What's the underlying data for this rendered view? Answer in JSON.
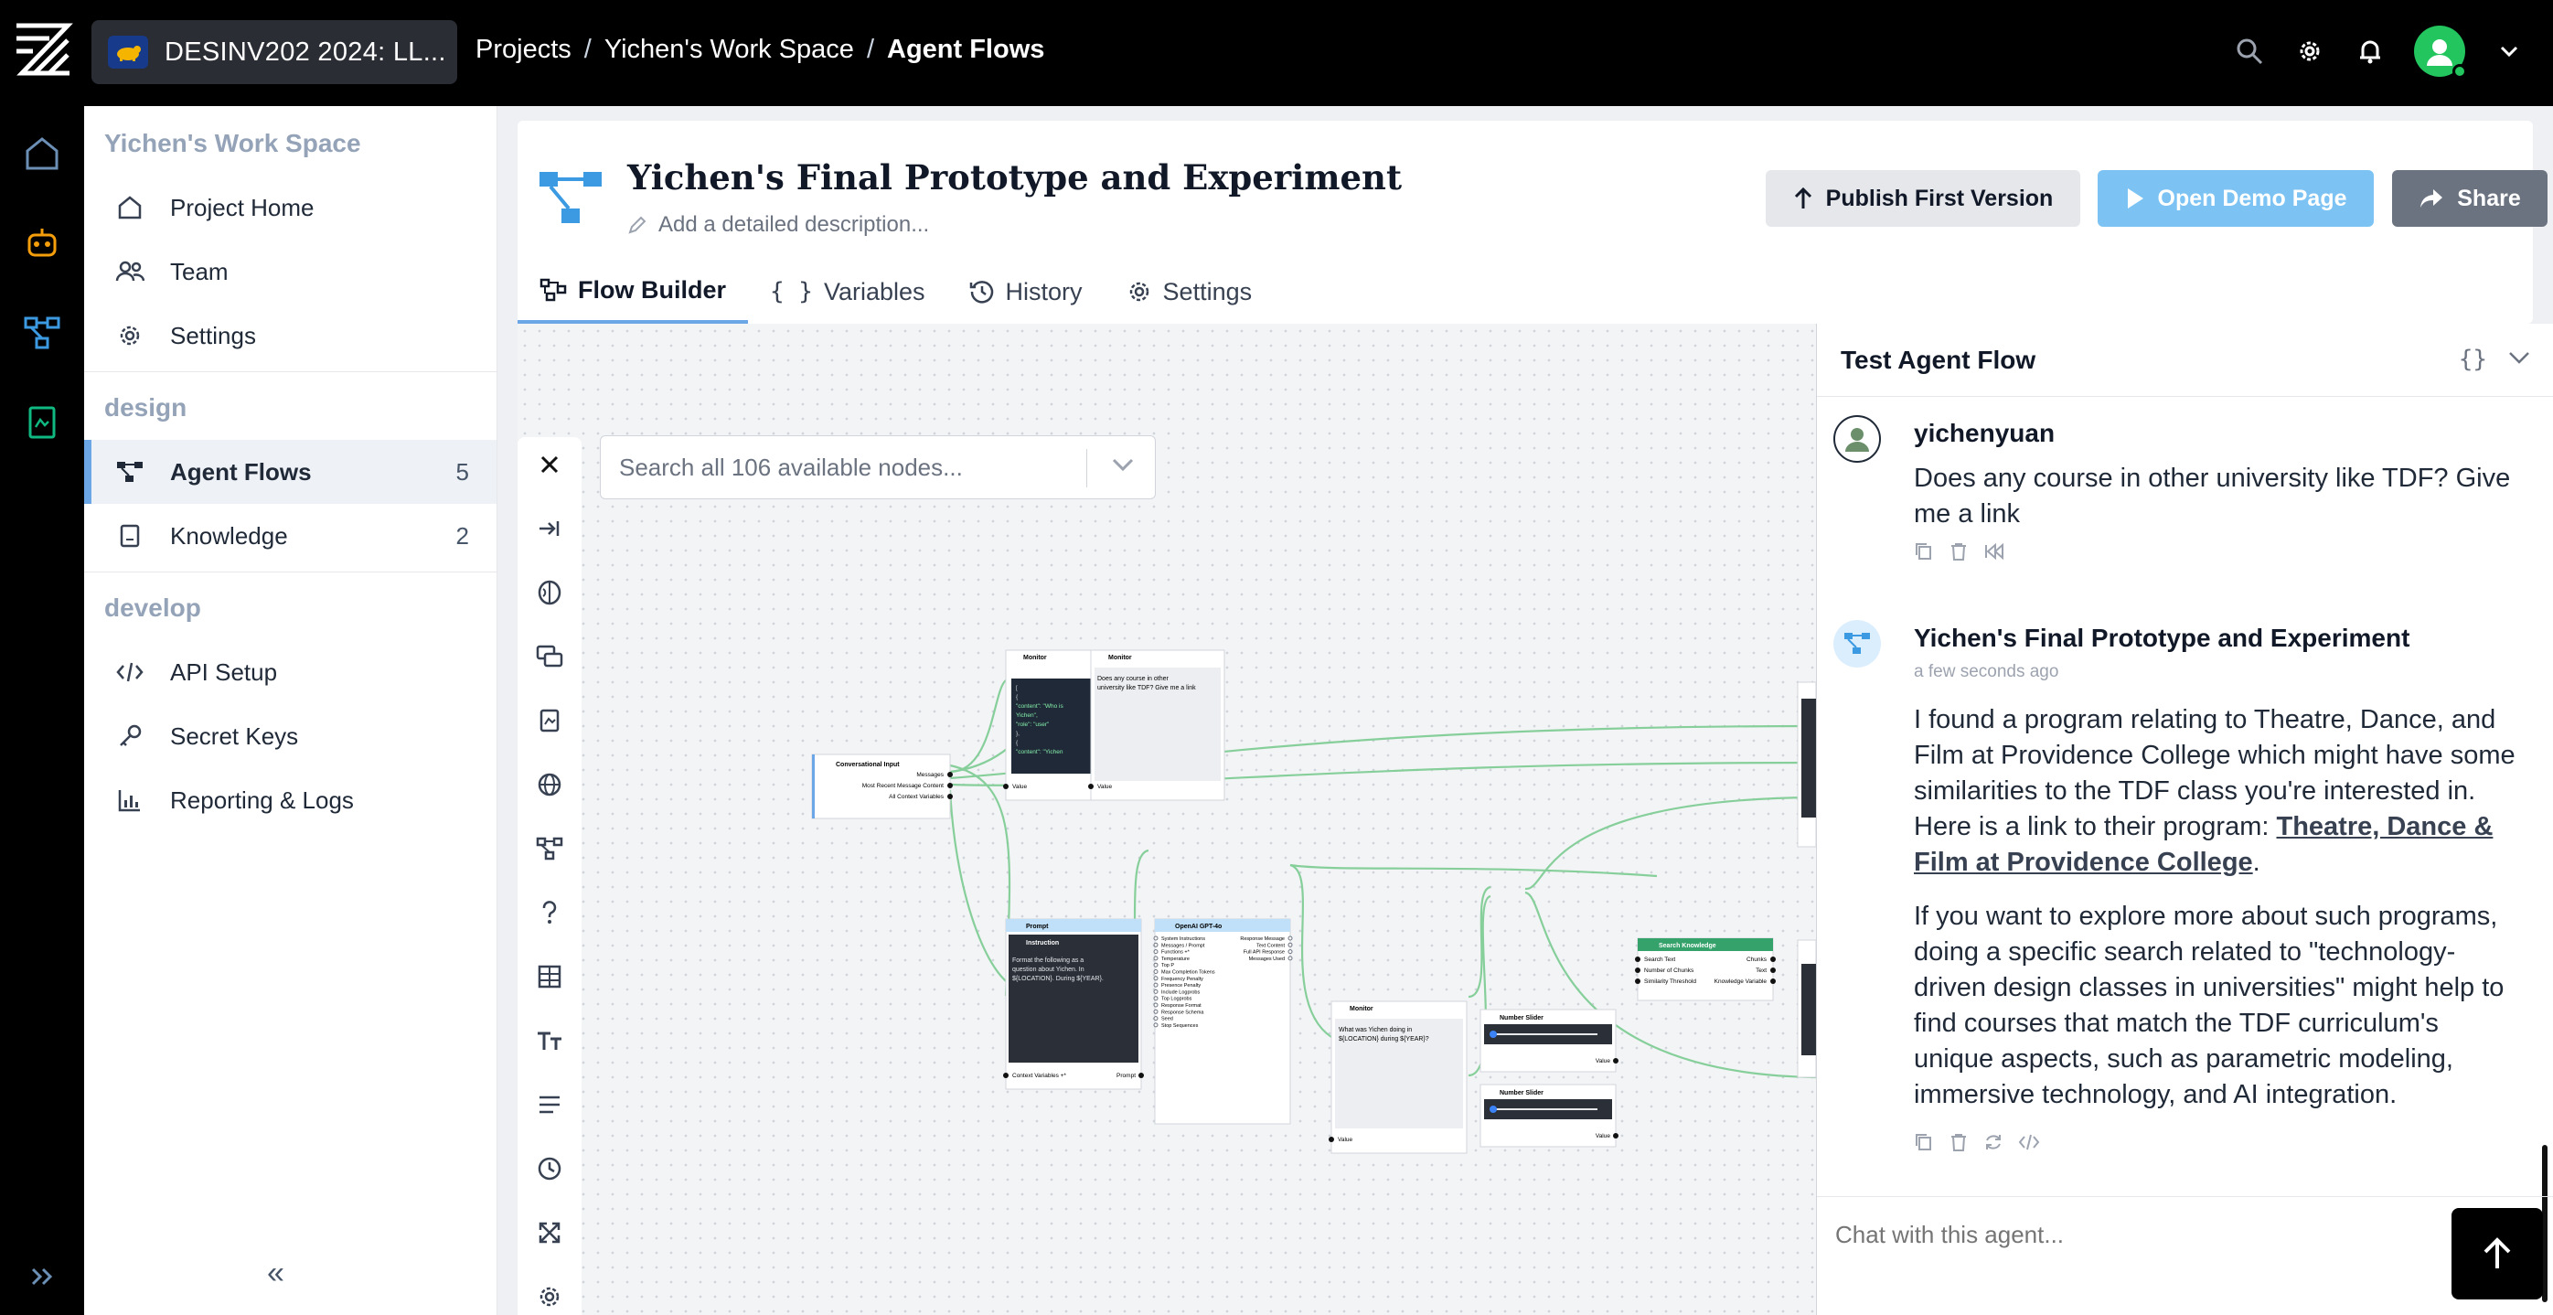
{
  "topbar": {
    "org_name": "DESINV202 2024: LL...",
    "breadcrumb": [
      "Projects",
      "Yichen's Work Space",
      "Agent Flows"
    ]
  },
  "sidebar": {
    "workspace_title": "Yichen's Work Space",
    "workspace_items": [
      {
        "label": "Project Home",
        "icon": "home-icon"
      },
      {
        "label": "Team",
        "icon": "team-icon"
      },
      {
        "label": "Settings",
        "icon": "gear-icon"
      }
    ],
    "design_title": "design",
    "design_items": [
      {
        "label": "Agent Flows",
        "count": "5",
        "icon": "flow-icon"
      },
      {
        "label": "Knowledge",
        "count": "2",
        "icon": "book-icon"
      }
    ],
    "develop_title": "develop",
    "develop_items": [
      {
        "label": "API Setup",
        "icon": "code-icon"
      },
      {
        "label": "Secret Keys",
        "icon": "key-icon"
      },
      {
        "label": "Reporting & Logs",
        "icon": "chart-icon"
      }
    ]
  },
  "header": {
    "title": "Yichen's Final Prototype and Experiment",
    "description_placeholder": "Add a detailed description...",
    "publish_label": "Publish First Version",
    "demo_label": "Open Demo Page",
    "share_label": "Share",
    "tabs": [
      "Flow Builder",
      "Variables",
      "History",
      "Settings"
    ]
  },
  "canvas": {
    "search_placeholder": "Search all 106 available nodes...",
    "nodes": {
      "monitor1_title": "Monitor",
      "monitor1_code": [
        "[",
        "  {",
        "    \"content\": \"Who is",
        "Yichen\",",
        "    \"role\": \"user\"",
        "  },",
        "  {",
        "    \"content\": \"Yichen"
      ],
      "monitor1_port": "Value",
      "monitor2_title": "Monitor",
      "monitor2_text": [
        "Does any course in other",
        "university like TDF? Give me a link"
      ],
      "monitor2_port": "Value",
      "conv_title": "Conversational Input",
      "conv_ports": [
        "Messages",
        "Most Recent Message Content",
        "All Context Variables"
      ],
      "prompt_title": "Prompt",
      "prompt_sub": "Instruction",
      "prompt_text": [
        "Format the following as a",
        "question about Yichen. In",
        "${LOCATION}. During ${YEAR}."
      ],
      "prompt_in": "Context Variables +*",
      "prompt_out": "Prompt",
      "gpt_title": "OpenAI GPT-4o",
      "gpt_inputs": [
        "System Instructions",
        "Messages / Prompt",
        "Functions +*",
        "Temperature",
        "Top P",
        "Max Completion Tokens",
        "Frequency Penalty",
        "Presence Penalty",
        "Include Logprobs",
        "Top Logprobs",
        "Response Format",
        "Response Schema",
        "Seed",
        "Stop Sequences"
      ],
      "gpt_outputs": [
        "Response Message",
        "Text Content",
        "Full API Response",
        "Messages Used"
      ],
      "monitor3_title": "Monitor",
      "monitor3_text": [
        "What was Yichen doing in",
        "${LOCATION} during ${YEAR}?"
      ],
      "monitor3_port": "Value",
      "slider1_title": "Number Slider",
      "slider2_title": "Number Slider",
      "slider_port": "Value",
      "search_title": "Search Knowledge",
      "search_inputs": [
        "Search Text",
        "Number of Chunks",
        "Similarity Threshold"
      ],
      "search_outputs": [
        "Chunks",
        "Text",
        "Knowledge Variable"
      ]
    }
  },
  "test_panel": {
    "title": "Test Agent Flow",
    "user_name": "yichenyuan",
    "user_message": "Does any course in other university like TDF? Give me a link",
    "agent_name": "Yichen's Final Prototype and Experiment",
    "agent_time": "a few seconds ago",
    "agent_para1_before": "I found a program relating to Theatre, Dance, and Film at Providence College which might have some similarities to the TDF class you're interested in. Here is a link to their program: ",
    "agent_link": "Theatre, Dance & Film at Providence College",
    "agent_para1_after": ".",
    "agent_para2": "If you want to explore more about such programs, doing a specific search related to \"technology-driven design classes in universities\" might help to find courses that match the TDF curriculum's unique aspects, such as parametric modeling, immersive technology, and AI integration.",
    "chat_placeholder": "Chat with this agent..."
  }
}
